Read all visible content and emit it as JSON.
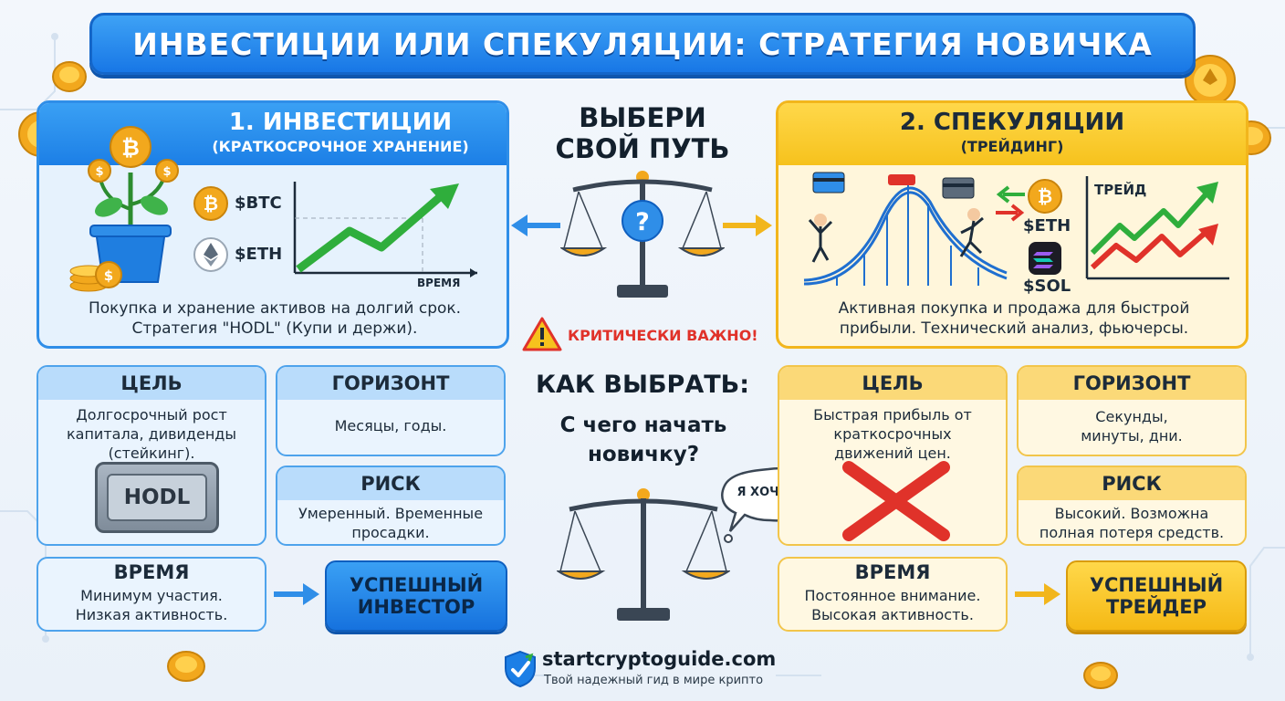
{
  "title": "ИНВЕСТИЦИИ ИЛИ СПЕКУЛЯЦИИ: СТРАТЕГИЯ НОВИЧКА",
  "center": {
    "choose_line1": "ВЫБЕРИ",
    "choose_line2": "СВОЙ ПУТЬ",
    "warning": "КРИТИЧЕСКИ ВАЖНО!",
    "how_title": "КАК ВЫБРАТЬ:",
    "how_q1": "С чего начать",
    "how_q2": "новичку?",
    "bubble": "Я ХОЧУ..."
  },
  "invest": {
    "title": "1. ИНВЕСТИЦИИ",
    "subtitle": "(КРАТКОСРОЧНОЕ ХРАНЕНИЕ)",
    "coin1": "$BTC",
    "coin2": "$ETH",
    "axis_label": "ВРЕМЯ",
    "desc1": "Покупка и хранение активов на долгий срок.",
    "desc2": "Стратегия \"HODL\" (Купи и держи).",
    "goal_title": "ЦЕЛЬ",
    "goal_text": "Долгосрочный рост капитала, дивиденды (стейкинг).",
    "safe_label": "HODL",
    "horizon_title": "ГОРИЗОНТ",
    "horizon_text": "Месяцы, годы.",
    "risk_title": "РИСК",
    "risk_text": "Умеренный. Временные просадки.",
    "time_title": "ВРЕМЯ",
    "time_text": "Минимум участия. Низкая активность.",
    "result_line1": "УСПЕШНЫЙ",
    "result_line2": "ИНВЕСТОР"
  },
  "spec": {
    "title": "2. СПЕКУЛЯЦИИ",
    "subtitle": "(ТРЕЙДИНГ)",
    "coin1": "$ETH",
    "coin2": "$SOL",
    "chart_label": "ТРЕЙД",
    "desc1": "Активная покупка и продажа для быстрой",
    "desc2": "прибыли. Технический анализ, фьючерсы.",
    "goal_title": "ЦЕЛЬ",
    "goal_text": "Быстрая прибыль от краткосрочных движений цен.",
    "horizon_title": "ГОРИЗОНТ",
    "horizon_text": "Секунды, минуты, дни.",
    "risk_title": "РИСК",
    "risk_text": "Высокий. Возможна полная потеря средств.",
    "time_title": "ВРЕМЯ",
    "time_text": "Постоянное внимание. Высокая активность.",
    "result_line1": "УСПЕШНЫЙ",
    "result_line2": "ТРЕЙДЕР"
  },
  "footer": {
    "site": "startcryptoguide.com",
    "tagline": "Твой надежный гид в мире крипто"
  },
  "colors": {
    "blue": "#1c7fe6",
    "yellow": "#f6c21d",
    "green": "#2fae3c",
    "red": "#e0322a",
    "gold": "#f2a81d"
  }
}
